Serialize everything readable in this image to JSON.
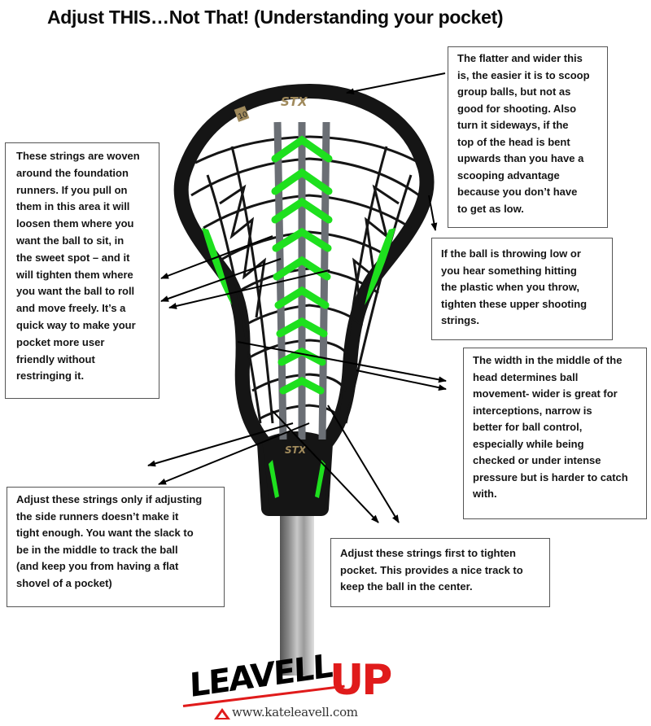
{
  "title": "Adjust THIS…Not That!  (Understanding your pocket)",
  "colors": {
    "head": "#151515",
    "accent_green": "#1ee01e",
    "runner_gray": "#6b6f75",
    "shaft": "#9a9a9a",
    "logo_red": "#e01b1b",
    "brand_gold": "#a08a5c",
    "box_border": "#555555"
  },
  "stick": {
    "brand_top": "STX",
    "brand_badge": "10",
    "brand_throat": "STX"
  },
  "notes": {
    "top_right": "The flatter and wider this\nis, the easier it is to scoop\ngroup balls, but not as\ngood for shooting.  Also\nturn it sideways, if the\ntop of the head is bent\nupwards than you have a\nscooping advantage\nbecause you don’t have\nto get as low.",
    "left": "These strings are woven\naround the foundation\nrunners.  If you pull on\nthem in this area it will\nloosen them where you\nwant the ball to sit, in\nthe sweet spot – and it\nwill tighten them where\nyou want the ball to roll\nand move freely. It’s a\nquick way to make your\npocket more user\nfriendly without\nrestringing it.",
    "right_upper": "If the ball is throwing low or\nyou hear something hitting\nthe plastic when you throw,\ntighten these upper shooting\nstrings.",
    "right_middle": "The width in the middle of the\nhead determines ball\nmovement- wider is great for\ninterceptions, narrow is\nbetter for ball control,\nespecially while being\nchecked or under intense\npressure but is harder to catch\nwith.",
    "bottom_left": "Adjust these strings only if adjusting\nthe side runners doesn’t make it\ntight enough. You want the slack to\nbe in the middle to track the ball\n(and keep you from having a flat\nshovel of a pocket)",
    "bottom_right": "Adjust these strings first to tighten\npocket. This provides a nice track to\nkeep the ball in the center."
  },
  "logo": {
    "word1": "LEAVELL",
    "word2": "UP",
    "url": "www.kateleavell.com"
  }
}
